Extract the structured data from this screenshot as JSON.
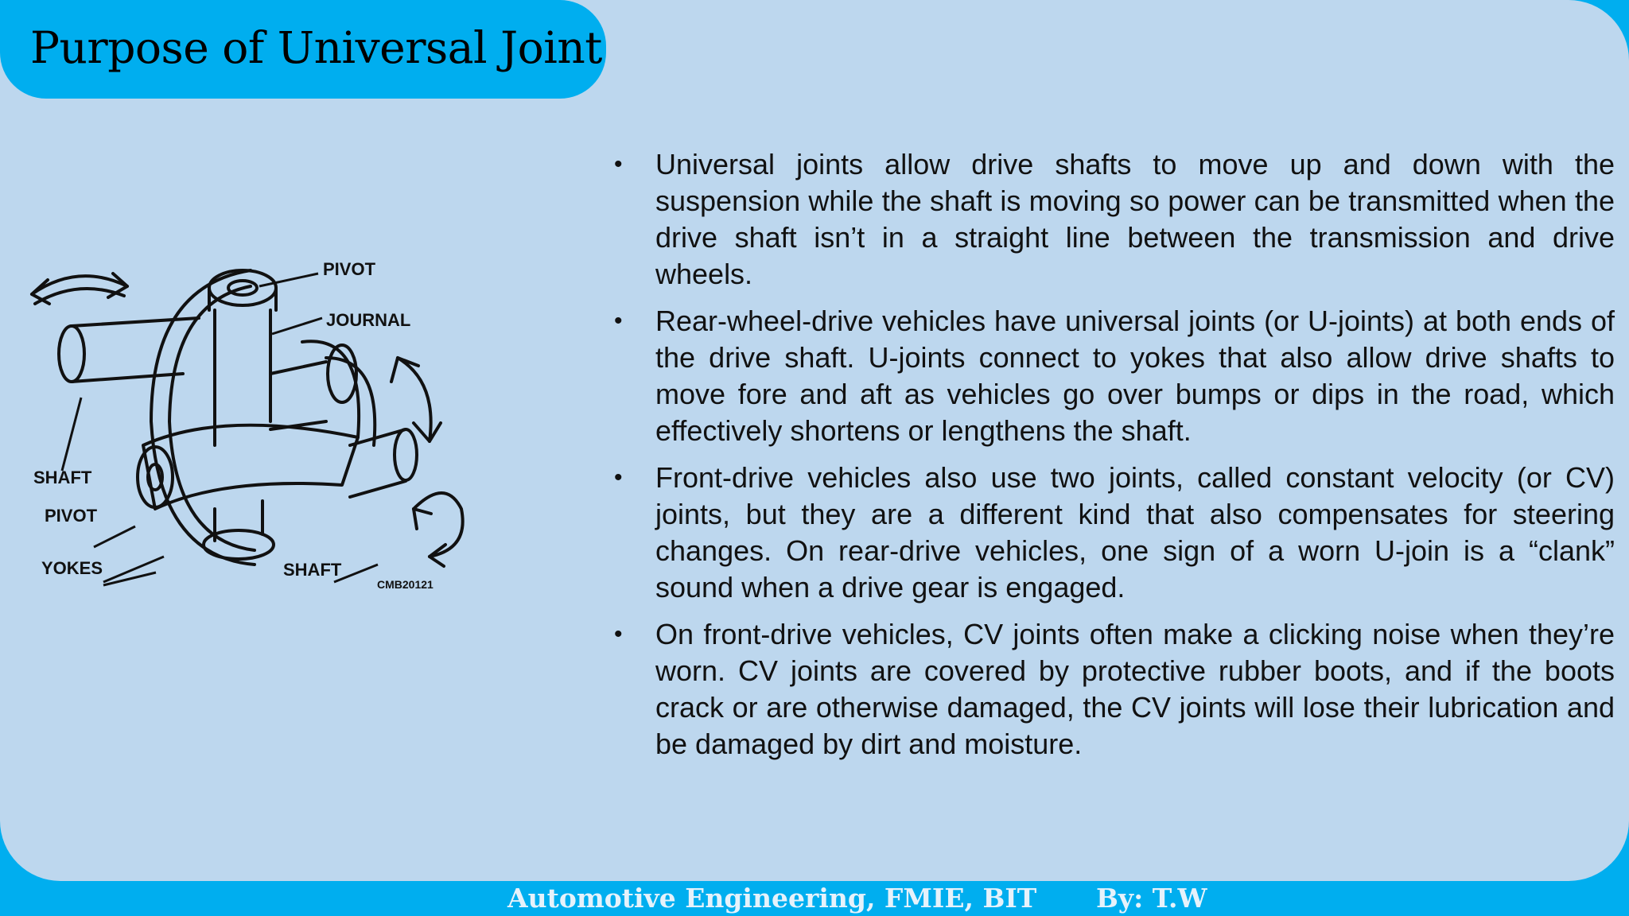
{
  "slide": {
    "title": "Purpose of Universal Joint"
  },
  "figure": {
    "labels": {
      "pivot_top": "PIVOT",
      "journal": "JOURNAL",
      "shaft_left": "SHAFT",
      "pivot_left": "PIVOT",
      "yokes": "YOKES",
      "shaft_bottom": "SHAFT",
      "code": "CMB20121"
    }
  },
  "bullets": [
    "Universal joints allow drive shafts to move up and down with the suspension while the shaft is moving so power can be transmitted when the drive shaft isn’t in a straight line between the transmission and drive wheels.",
    "Rear-wheel-drive vehicles have universal joints (or U-joints) at both ends of the drive shaft. U-joints connect to yokes that also allow drive shafts to move fore and aft as vehicles go over bumps or dips in the road, which effectively shortens or lengthens the shaft.",
    "Front-drive vehicles also use two joints, called constant velocity (or CV) joints, but they are a different kind that also compensates for steering changes. On rear-drive vehicles, one sign of a worn U-join is a “clank” sound when a drive gear is engaged.",
    "On front-drive vehicles, CV joints often make a clicking noise when they’re worn. CV joints are covered by protective rubber boots, and if the boots crack or are otherwise damaged, the CV joints will lose their lubrication and be damaged by dirt and moisture."
  ],
  "footer": {
    "left": "Automotive Engineering, FMIE, BIT",
    "right": "By: T.W"
  },
  "colors": {
    "accent": "#00aeef",
    "background": "#bdd7ee"
  }
}
